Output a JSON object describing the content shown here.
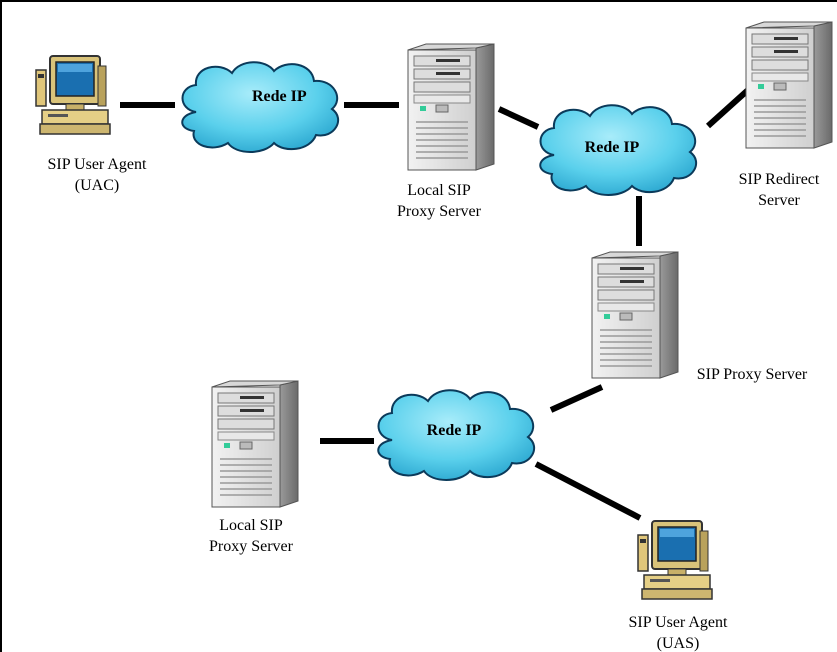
{
  "nodes": {
    "user_agent_uac": {
      "label_line1": "SIP User Agent",
      "label_line2": "(UAC)"
    },
    "local_proxy_top": {
      "label_line1": "Local SIP",
      "label_line2": "Proxy Server"
    },
    "redirect_server": {
      "label_line1": "SIP Redirect",
      "label_line2": "Server"
    },
    "proxy_server": {
      "label_line1": "SIP Proxy Server"
    },
    "local_proxy_bottom": {
      "label_line1": "Local SIP",
      "label_line2": "Proxy Server"
    },
    "user_agent_uas": {
      "label_line1": "SIP User Agent",
      "label_line2": "(UAS)"
    }
  },
  "clouds": {
    "cloud_left": "Rede IP",
    "cloud_center": "Rede IP",
    "cloud_bottom": "Rede IP"
  },
  "colors": {
    "cloud_fill": "#5ad0ec",
    "cloud_stroke": "#0b3a5a",
    "link": "#000000",
    "server_body": "#e4e4e4",
    "monitor_screen": "#1a6fb0"
  },
  "icons": {
    "workstation": "computer-icon",
    "server": "server-tower-icon",
    "network": "cloud-icon"
  }
}
